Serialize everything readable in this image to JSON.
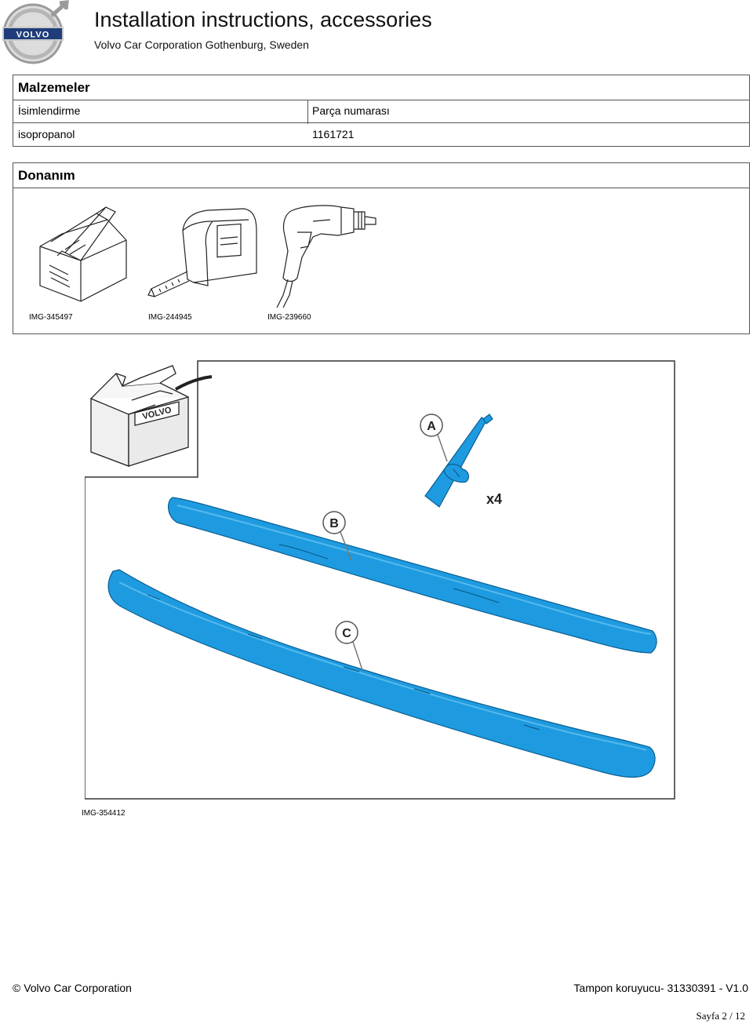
{
  "header": {
    "title": "Installation instructions, accessories",
    "subtitle": "Volvo Car Corporation Gothenburg, Sweden",
    "logo_text": "VOLVO"
  },
  "materials": {
    "heading": "Malzemeler",
    "columns": [
      "İsimlendirme",
      "Parça numarası"
    ],
    "rows": [
      {
        "name": "isopropanol",
        "part_number": "1161721"
      }
    ]
  },
  "equipment": {
    "heading": "Donanım",
    "tools": [
      {
        "icon": "toolbox-icon",
        "caption": "IMG-345497"
      },
      {
        "icon": "tape-measure-icon",
        "caption": "IMG-244945"
      },
      {
        "icon": "drill-icon",
        "caption": "IMG-239660"
      }
    ]
  },
  "figure": {
    "caption": "IMG-354412",
    "box_text": "VOLVO",
    "callouts": [
      "A",
      "B",
      "C"
    ],
    "quantity": "x4",
    "part_color": "#1e9be0"
  },
  "footer": {
    "copyright": "© Volvo Car Corporation",
    "doc": "Tampon koruyucu- 31330391 - V1.0",
    "page": "Sayfa 2 / 12"
  }
}
